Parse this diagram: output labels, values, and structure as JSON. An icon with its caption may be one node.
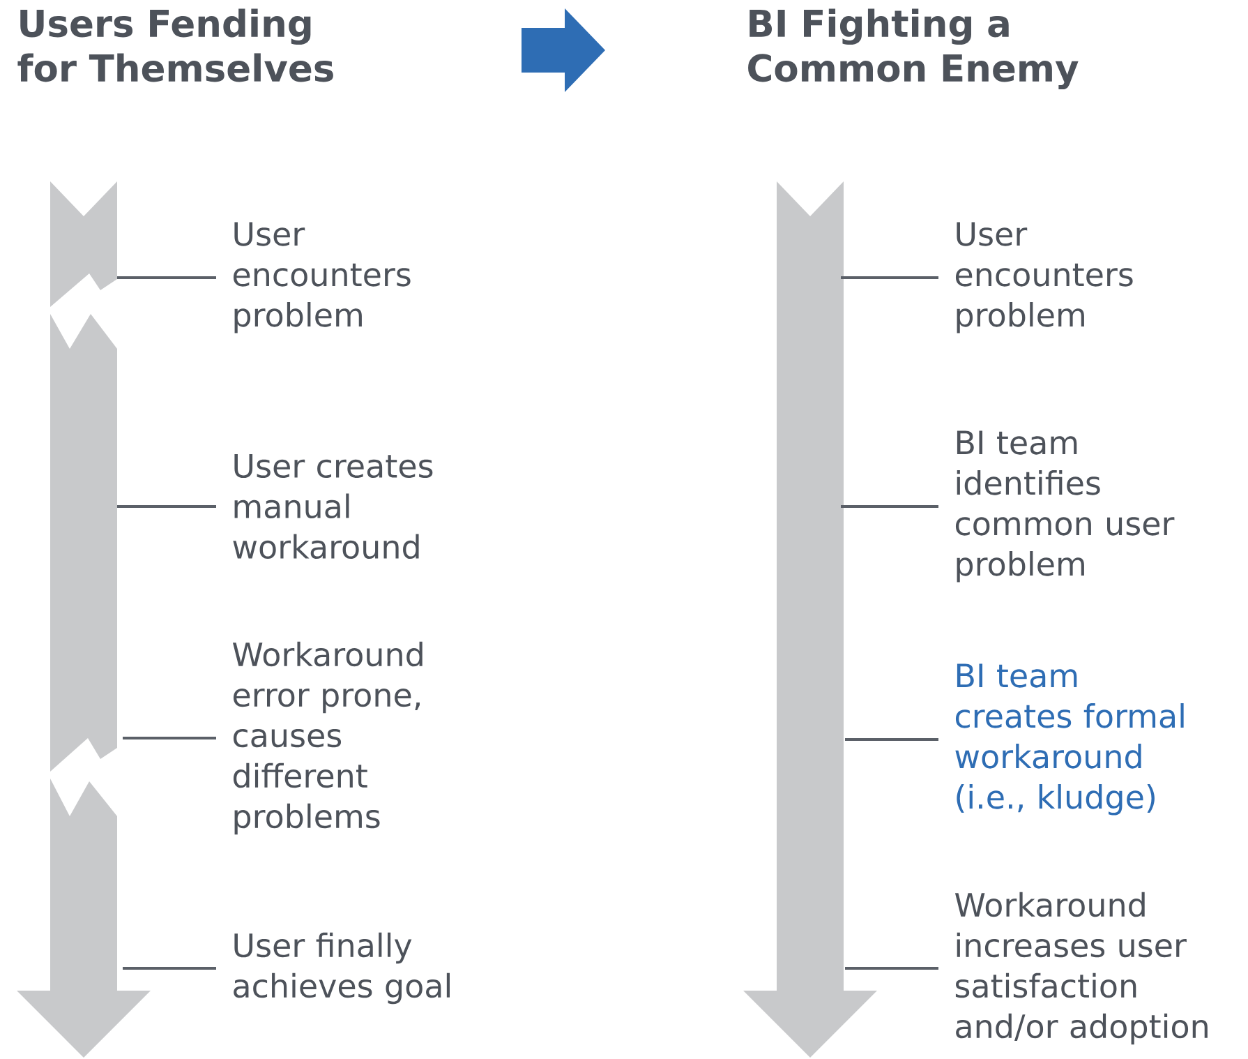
{
  "diagram": {
    "nodes": [
      {
        "text": [
          "User encounters problem"
        ]
      },
      {
        "text": [
          "User creates manual workaround"
        ]
      },
      {
        "text": [
          "Workaround error prone, causes different problems"
        ]
      },
      {
        "text": [
          "User finally achieves goal"
        ]
      },
      {
        "text": [
          "User encounters problem"
        ]
      },
      {
        "text": [
          "BI team identifies common user problem"
        ]
      },
      {
        "text": [
          "BI team creates formal workaround (i.e., kludge)"
        ]
      },
      {
        "text": [
          "Workaround increases user satisfaction and/or adoption"
        ]
      }
    ],
    "edges": [
      {
        "from": 0,
        "to": null,
        "arrow": "none"
      },
      {
        "from": 1,
        "to": null,
        "arrow": "none"
      },
      {
        "from": 2,
        "to": null,
        "arrow": "none"
      },
      {
        "from": 3,
        "to": null,
        "arrow": "none"
      },
      {
        "from": 4,
        "to": null,
        "arrow": "none"
      },
      {
        "from": 5,
        "to": null,
        "arrow": "none"
      },
      {
        "from": 6,
        "to": null,
        "arrow": "none"
      },
      {
        "from": 7,
        "to": null,
        "arrow": "none"
      }
    ],
    "labels": [
      "Users Fending for Themselves",
      "BI Fighting a Common Enemy"
    ]
  }
}
